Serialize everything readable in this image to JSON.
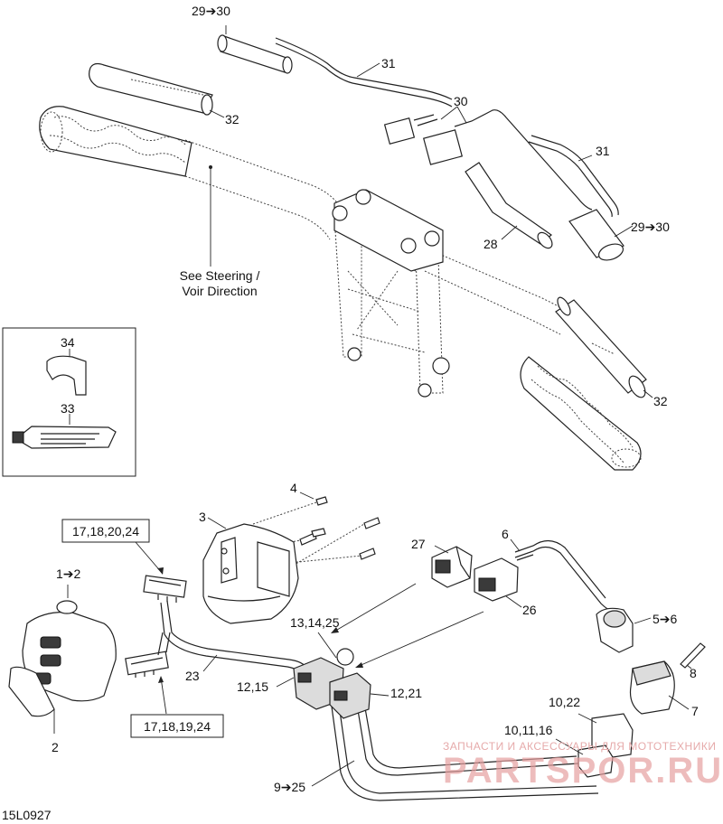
{
  "figure_code": "15L0927",
  "note": {
    "line1": "See Steering /",
    "line2": "Voir Direction"
  },
  "callouts": {
    "c29_30_top": "29➔30",
    "c31_top": "31",
    "c32_top": "32",
    "c30": "30",
    "c31_right": "31",
    "c29_30_right": "29➔30",
    "c28": "28",
    "c32_right": "32",
    "c34": "34",
    "c33": "33",
    "c4": "4",
    "c3": "3",
    "c1_2": "1➔2",
    "c2": "2",
    "c27": "27",
    "c6": "6",
    "c26": "26",
    "c13_14_25": "13,14,25",
    "c12_15": "12,15",
    "c12_21": "12,21",
    "c23": "23",
    "c5_6": "5➔6",
    "c8": "8",
    "c7": "7",
    "c10_22": "10,22",
    "c10_11_16": "10,11,16",
    "c9_25": "9➔25"
  },
  "boxed_labels": {
    "upper": "17,18,20,24",
    "lower": "17,18,19,24"
  },
  "watermark": {
    "caption": "ЗАПЧАСТИ И АКСЕССУАРЫ ДЛЯ МОТОТЕХНИКИ",
    "logo": "PARTSPOR.RU"
  }
}
